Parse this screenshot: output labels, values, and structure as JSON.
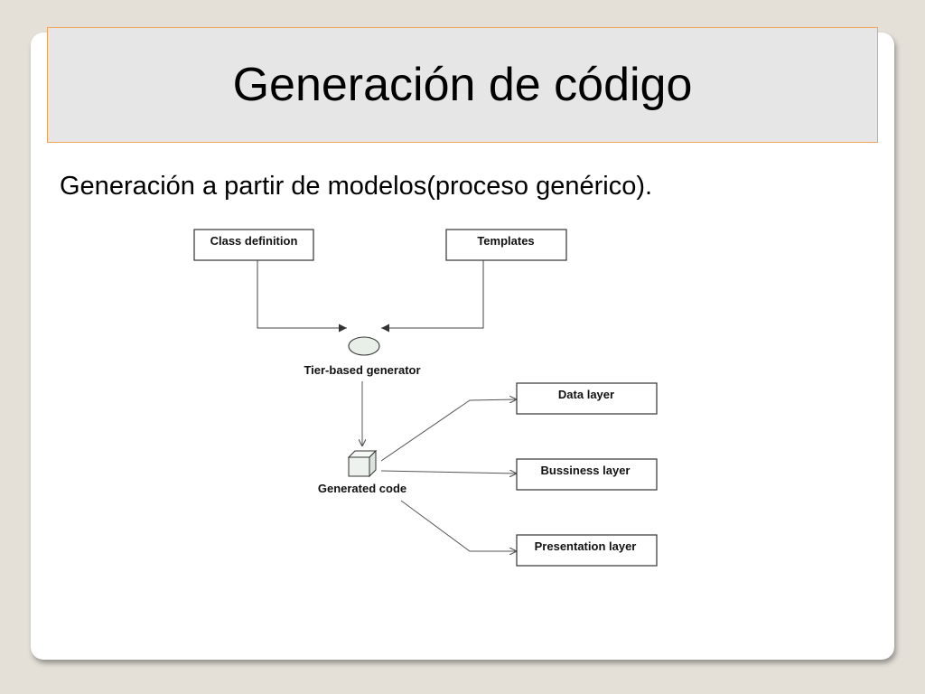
{
  "slide": {
    "title": "Generación de código",
    "subtitle": "Generación a partir de modelos(proceso genérico)."
  },
  "diagram": {
    "class_definition": "Class definition",
    "templates": "Templates",
    "generator": "Tier-based generator",
    "generated_code": "Generated code",
    "data_layer": "Data layer",
    "business_layer": "Bussiness layer",
    "presentation_layer": "Presentation layer"
  },
  "colors": {
    "page_bg": "#e4e0d8",
    "title_bg": "#e6e6e6",
    "title_border": "#f0a45a"
  }
}
